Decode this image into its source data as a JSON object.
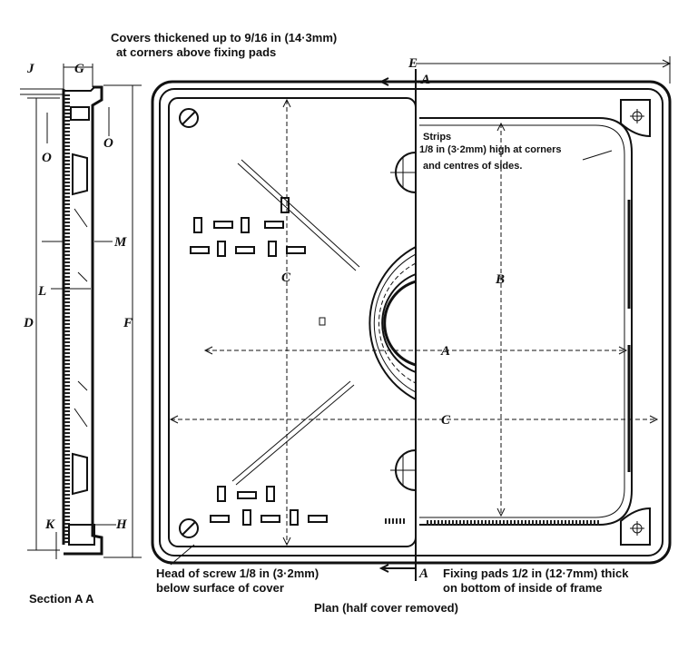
{
  "notes": {
    "covers_line1": "Covers thickened up to 9/16 in (14·3mm)",
    "covers_line2": "at corners above fixing pads",
    "strips_line1": "Strips",
    "strips_line2": "1/8 in (3·2mm) high at corners",
    "strips_line3": "and centres of sides.",
    "screw_line1": "Head of screw 1/8 in (3·2mm)",
    "screw_line2": "below surface of cover",
    "pads_line1": "Fixing pads 1/2 in (12·7mm) thick",
    "pads_line2": "on bottom of inside of frame"
  },
  "dimensions": {
    "J": "J",
    "G": "G",
    "O_left": "O",
    "O_right": "O",
    "M": "M",
    "L": "L",
    "D": "D",
    "F": "F",
    "K": "K",
    "H": "H",
    "E": "E",
    "A_top": "A",
    "A_bottom": "A",
    "C_vertical": "C",
    "B": "B",
    "A_center": "A",
    "C_horizontal": "C"
  },
  "captions": {
    "section": "Section A A",
    "plan": "Plan (half cover removed)"
  }
}
